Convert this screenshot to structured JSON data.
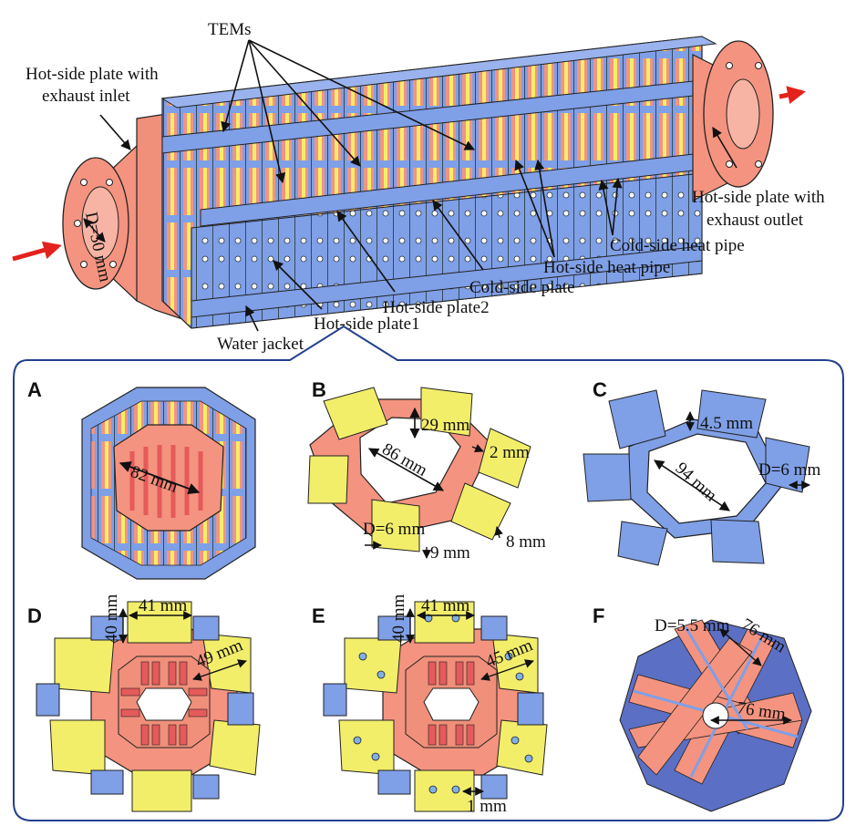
{
  "colors": {
    "hot_side": "#f4937f",
    "cold_side": "#7f9fe6",
    "tem": "#f2ee6a",
    "heat_pipe": "#e55a5a",
    "inlet_arrow": "#e3221e",
    "frame_line": "#23408e"
  },
  "top_diagram": {
    "labels": {
      "tems": "TEMs",
      "hot_inlet_line1": "Hot-side plate with",
      "hot_inlet_line2": "exhaust inlet",
      "diameter": "D=50 mm",
      "hot_outlet_line1": "Hot-side plate with",
      "hot_outlet_line2": "exhaust outlet",
      "cold_heat_pipe": "Cold-side heat pipe",
      "hot_heat_pipe": "Hot-side heat pipe",
      "cold_plate": "Cold-side plate",
      "hot_plate2": "Hot-side plate2",
      "hot_plate1": "Hot-side plate1",
      "water_jacket": "Water jacket"
    }
  },
  "panels": {
    "A": {
      "letter": "A",
      "dims": [
        "82 mm"
      ]
    },
    "B": {
      "letter": "B",
      "dims": [
        "29 mm",
        "86 mm",
        "2 mm",
        "D=6 mm",
        "9 mm",
        "8 mm"
      ]
    },
    "C": {
      "letter": "C",
      "dims": [
        "4.5 mm",
        "94 mm",
        "D=6 mm"
      ]
    },
    "D": {
      "letter": "D",
      "dims": [
        "40 mm",
        "41 mm",
        "49 mm"
      ]
    },
    "E": {
      "letter": "E",
      "dims": [
        "40 mm",
        "41 mm",
        "45 mm",
        "1 mm"
      ]
    },
    "F": {
      "letter": "F",
      "dims": [
        "D=5.5 mm",
        "76 mm",
        "76 mm"
      ]
    }
  }
}
